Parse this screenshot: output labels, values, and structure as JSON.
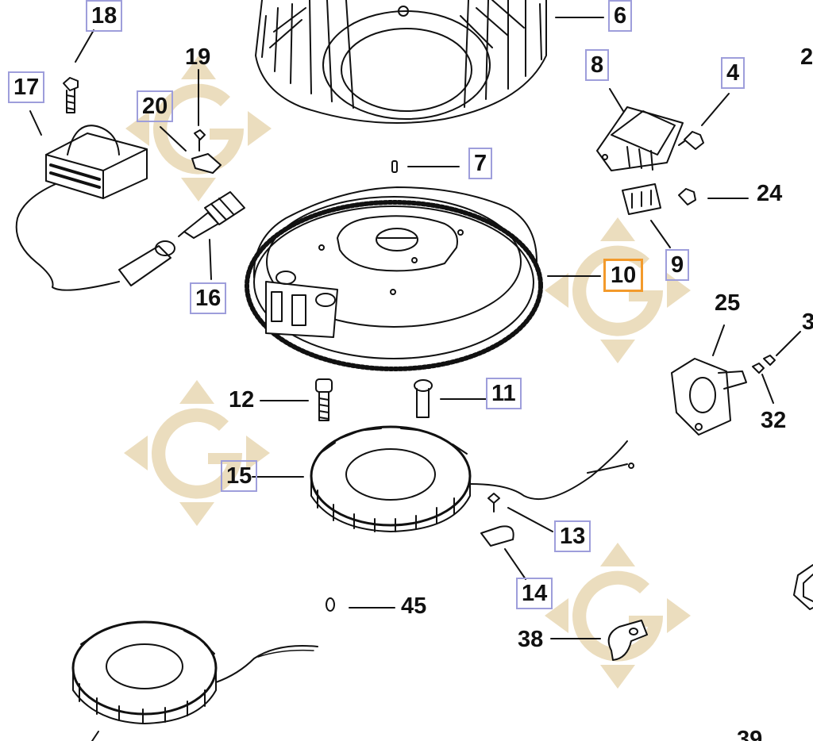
{
  "colors": {
    "ink": "#111111",
    "callout_box": "#9e9edb",
    "selected_box": "#f39a2b",
    "watermark": "#e8d7b3"
  },
  "watermark_icon": "g-logo-diamond-icon",
  "selected_part": "10",
  "parts": [
    {
      "id": "p18",
      "label": "18",
      "boxed": true
    },
    {
      "id": "p19",
      "label": "19",
      "boxed": false
    },
    {
      "id": "p17",
      "label": "17",
      "boxed": true
    },
    {
      "id": "p20",
      "label": "20",
      "boxed": true
    },
    {
      "id": "p6",
      "label": "6",
      "boxed": true
    },
    {
      "id": "p8",
      "label": "8",
      "boxed": true
    },
    {
      "id": "p4",
      "label": "4",
      "boxed": true
    },
    {
      "id": "p2x",
      "label": "2",
      "boxed": false
    },
    {
      "id": "p7",
      "label": "7",
      "boxed": true
    },
    {
      "id": "p24",
      "label": "24",
      "boxed": false
    },
    {
      "id": "p9",
      "label": "9",
      "boxed": true
    },
    {
      "id": "p10",
      "label": "10",
      "boxed": true
    },
    {
      "id": "p16",
      "label": "16",
      "boxed": true
    },
    {
      "id": "p25",
      "label": "25",
      "boxed": false
    },
    {
      "id": "p3x",
      "label": "3",
      "boxed": false
    },
    {
      "id": "p12",
      "label": "12",
      "boxed": false
    },
    {
      "id": "p11",
      "label": "11",
      "boxed": true
    },
    {
      "id": "p32",
      "label": "32",
      "boxed": false
    },
    {
      "id": "p15",
      "label": "15",
      "boxed": true
    },
    {
      "id": "p13",
      "label": "13",
      "boxed": true
    },
    {
      "id": "p14",
      "label": "14",
      "boxed": true
    },
    {
      "id": "p45",
      "label": "45",
      "boxed": false
    },
    {
      "id": "p38",
      "label": "38",
      "boxed": false
    },
    {
      "id": "p39",
      "label": "39",
      "boxed": false
    }
  ]
}
